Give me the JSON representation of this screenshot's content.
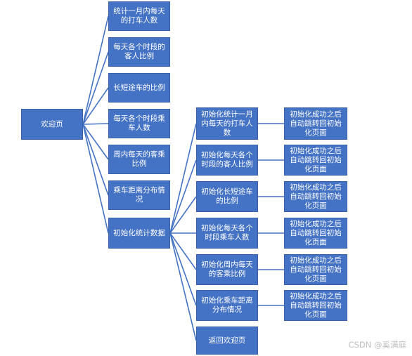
{
  "colors": {
    "node_fill": "#4472c4",
    "connector": "#4472c4",
    "text": "#ffffff"
  },
  "root": {
    "label": "欢迎页"
  },
  "level1": [
    {
      "label": "统计一月内每天的打车人数"
    },
    {
      "label": "每天各个时段的客人比例"
    },
    {
      "label": "长短途车的比例"
    },
    {
      "label": "每天各个时段乘车人数"
    },
    {
      "label": "周内每天的客乘比例"
    },
    {
      "label": "乘车距离分布情况"
    },
    {
      "label": "初始化统计数据"
    }
  ],
  "level2": [
    {
      "label": "初始化统计一月内每天的打车人数"
    },
    {
      "label": "初始化每天各个时段的客人比例"
    },
    {
      "label": "初始化长短途车的比例"
    },
    {
      "label": "初始化每天各个时段乘车人数"
    },
    {
      "label": "初始化周内每天的客乘比例"
    },
    {
      "label": "初始化乘车距离分布情况"
    },
    {
      "label": "返回欢迎页"
    }
  ],
  "level3": [
    {
      "label": "初始化成功之后自动跳转回初始化页面"
    },
    {
      "label": "初始化成功之后自动跳转回初始化页面"
    },
    {
      "label": "初始化成功之后自动跳转回初始化页面"
    },
    {
      "label": "初始化成功之后自动跳转回初始化页面"
    },
    {
      "label": "初始化成功之后自动跳转回初始化页面"
    },
    {
      "label": "初始化成功之后自动跳转回初始化页面"
    }
  ],
  "watermark": "CSDN @奚满庭"
}
